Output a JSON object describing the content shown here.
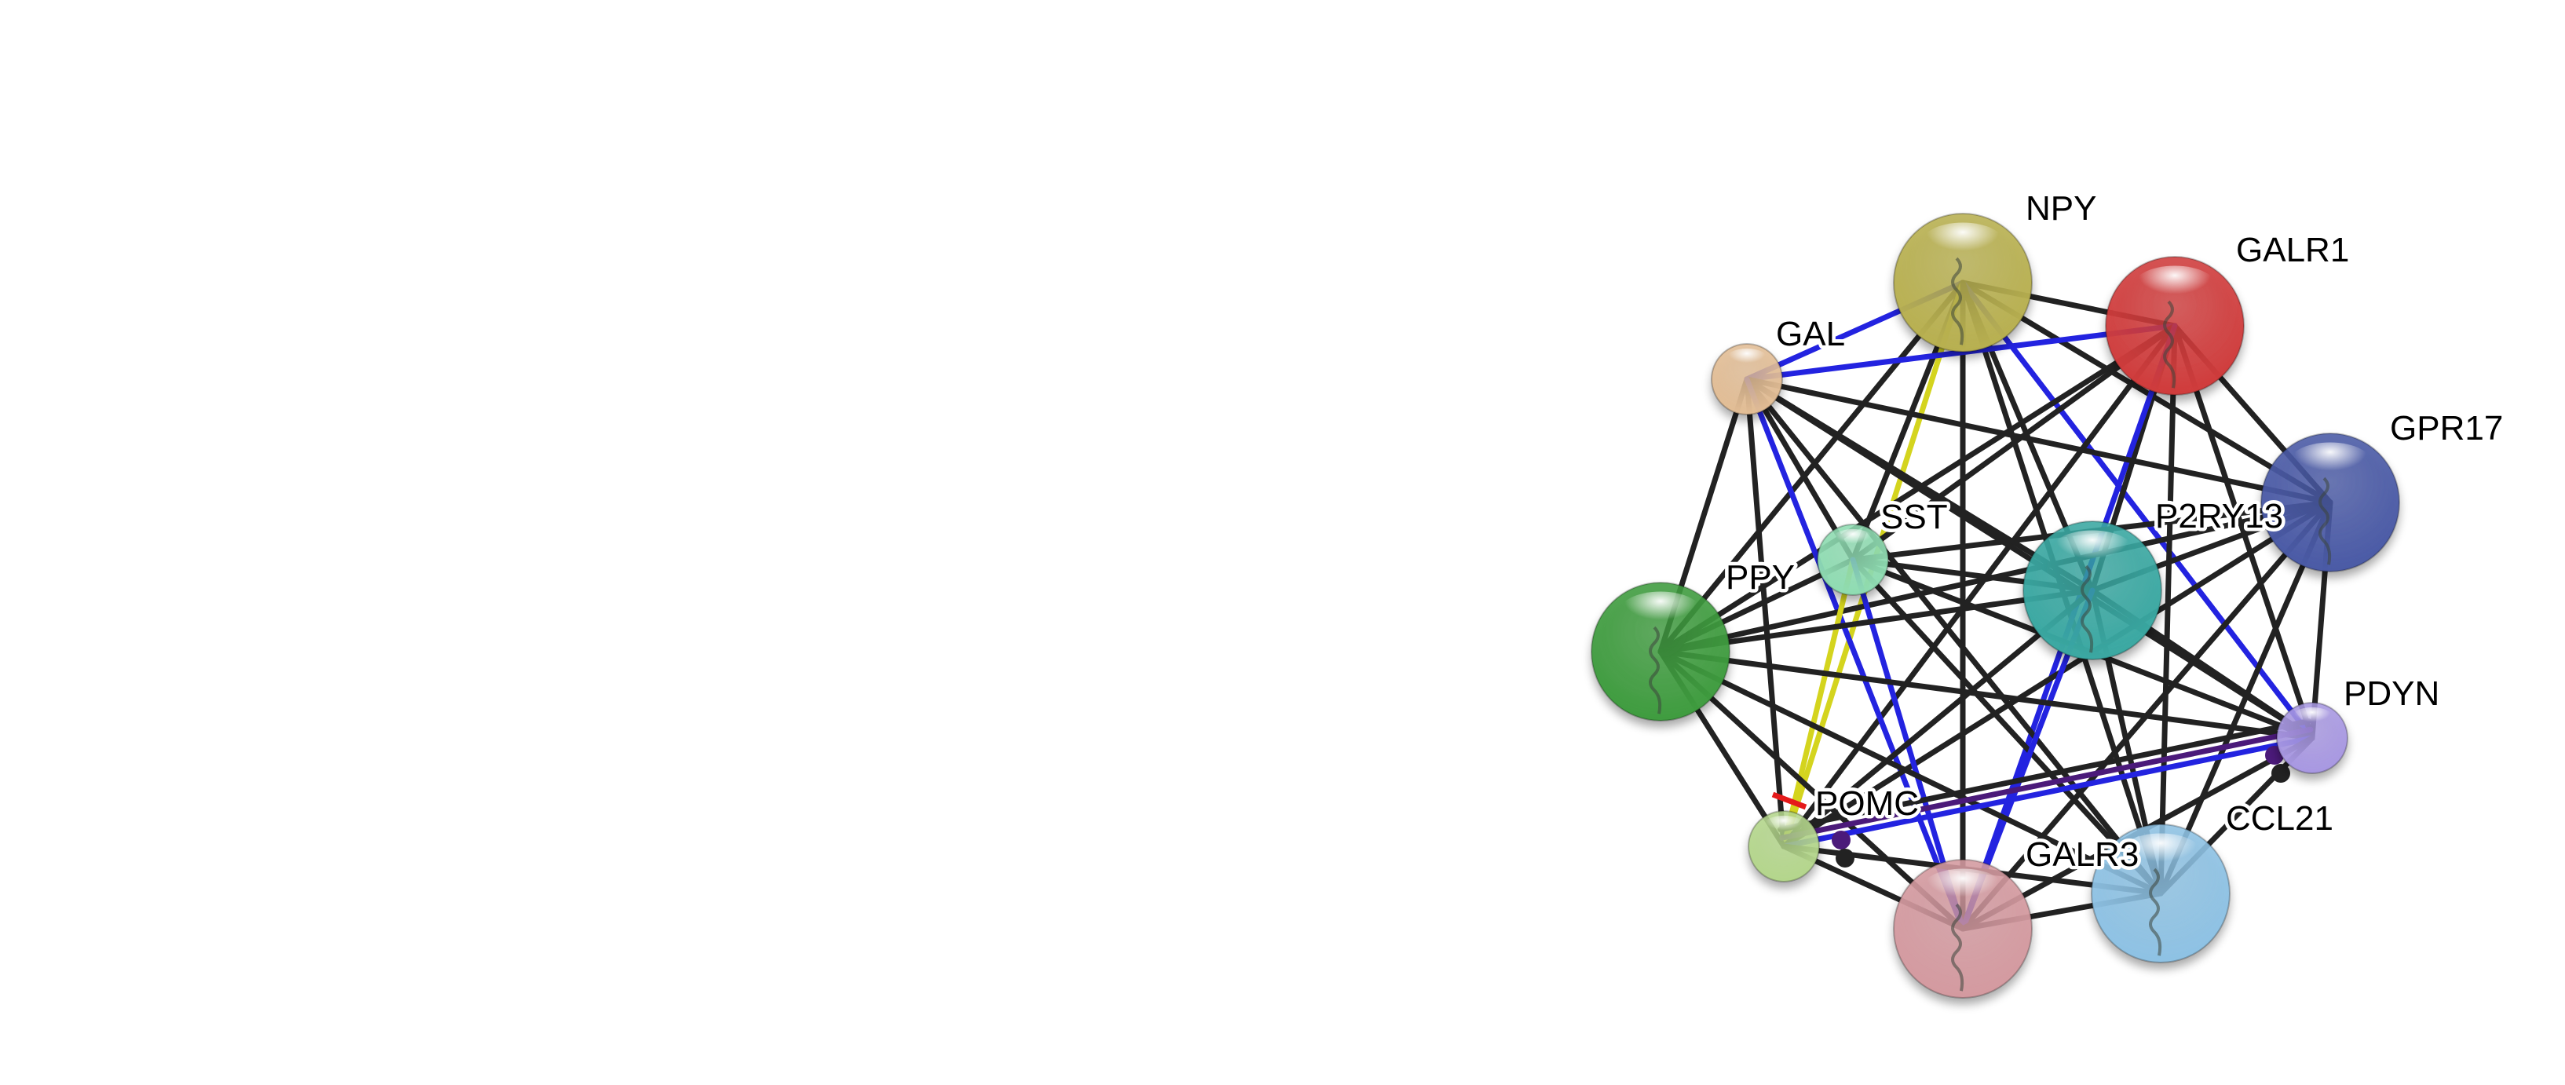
{
  "network": {
    "nodes": [
      {
        "id": "NPY",
        "label": "NPY",
        "color": "#b8b050",
        "size": "large"
      },
      {
        "id": "GALR1",
        "label": "GALR1",
        "color": "#d03c3c",
        "size": "large"
      },
      {
        "id": "GAL",
        "label": "GAL",
        "color": "#e2bd95",
        "size": "small"
      },
      {
        "id": "GPR17",
        "label": "GPR17",
        "color": "#4a5aa6",
        "size": "large"
      },
      {
        "id": "SST",
        "label": "SST",
        "color": "#8fdcb2",
        "size": "small"
      },
      {
        "id": "P2RY13",
        "label": "P2RY13",
        "color": "#3aa8a2",
        "size": "large"
      },
      {
        "id": "PPY",
        "label": "PPY",
        "color": "#3f9c3f",
        "size": "large"
      },
      {
        "id": "PDYN",
        "label": "PDYN",
        "color": "#a898e2",
        "size": "small"
      },
      {
        "id": "POMC",
        "label": "POMC",
        "color": "#b4d68c",
        "size": "small"
      },
      {
        "id": "CCL21",
        "label": "CCL21",
        "color": "#8ec2e4",
        "size": "large"
      },
      {
        "id": "GALR3",
        "label": "GALR3",
        "color": "#d49aa0",
        "size": "large"
      }
    ],
    "edge_colors": {
      "default": "#222222",
      "blue": "#2323e0",
      "yellow": "#d4d41e",
      "purple": "#4b1a7a",
      "red": "#e51a1a"
    },
    "edges": [
      [
        "NPY",
        "GALR1",
        "default"
      ],
      [
        "NPY",
        "GAL",
        "blue"
      ],
      [
        "NPY",
        "GPR17",
        "default"
      ],
      [
        "NPY",
        "SST",
        "default"
      ],
      [
        "NPY",
        "P2RY13",
        "default"
      ],
      [
        "NPY",
        "PPY",
        "default"
      ],
      [
        "NPY",
        "PDYN",
        "blue"
      ],
      [
        "NPY",
        "POMC",
        "yellow"
      ],
      [
        "NPY",
        "CCL21",
        "default"
      ],
      [
        "NPY",
        "GALR3",
        "default"
      ],
      [
        "GALR1",
        "GAL",
        "blue"
      ],
      [
        "GALR1",
        "GPR17",
        "default"
      ],
      [
        "GALR1",
        "SST",
        "default"
      ],
      [
        "GALR1",
        "P2RY13",
        "default"
      ],
      [
        "GALR1",
        "PPY",
        "default"
      ],
      [
        "GALR1",
        "PDYN",
        "default"
      ],
      [
        "GALR1",
        "POMC",
        "default"
      ],
      [
        "GALR1",
        "CCL21",
        "default"
      ],
      [
        "GALR1",
        "GALR3",
        "blue"
      ],
      [
        "GAL",
        "GPR17",
        "default"
      ],
      [
        "GAL",
        "SST",
        "default"
      ],
      [
        "GAL",
        "P2RY13",
        "default"
      ],
      [
        "GAL",
        "PPY",
        "default"
      ],
      [
        "GAL",
        "PDYN",
        "default"
      ],
      [
        "GAL",
        "POMC",
        "default"
      ],
      [
        "GAL",
        "CCL21",
        "default"
      ],
      [
        "GAL",
        "GALR3",
        "blue"
      ],
      [
        "GPR17",
        "SST",
        "default"
      ],
      [
        "GPR17",
        "P2RY13",
        "default"
      ],
      [
        "GPR17",
        "PPY",
        "default"
      ],
      [
        "GPR17",
        "PDYN",
        "default"
      ],
      [
        "GPR17",
        "POMC",
        "default"
      ],
      [
        "GPR17",
        "CCL21",
        "default"
      ],
      [
        "GPR17",
        "GALR3",
        "default"
      ],
      [
        "SST",
        "P2RY13",
        "default"
      ],
      [
        "SST",
        "PPY",
        "default"
      ],
      [
        "SST",
        "PDYN",
        "default"
      ],
      [
        "SST",
        "POMC",
        "yellow"
      ],
      [
        "SST",
        "CCL21",
        "default"
      ],
      [
        "SST",
        "GALR3",
        "blue"
      ],
      [
        "P2RY13",
        "PPY",
        "default"
      ],
      [
        "P2RY13",
        "PDYN",
        "default"
      ],
      [
        "P2RY13",
        "POMC",
        "default"
      ],
      [
        "P2RY13",
        "CCL21",
        "default"
      ],
      [
        "P2RY13",
        "GALR3",
        "blue"
      ],
      [
        "PPY",
        "PDYN",
        "default"
      ],
      [
        "PPY",
        "POMC",
        "default"
      ],
      [
        "PPY",
        "CCL21",
        "default"
      ],
      [
        "PPY",
        "GALR3",
        "default"
      ],
      [
        "PDYN",
        "POMC",
        "blue"
      ],
      [
        "PDYN",
        "CCL21",
        "default"
      ],
      [
        "PDYN",
        "GALR3",
        "default"
      ],
      [
        "POMC",
        "CCL21",
        "default"
      ],
      [
        "POMC",
        "GALR3",
        "default"
      ],
      [
        "CCL21",
        "GALR3",
        "default"
      ],
      [
        "PDYN",
        "POMC",
        "purple"
      ],
      [
        "PDYN",
        "POMC",
        "default"
      ]
    ]
  }
}
